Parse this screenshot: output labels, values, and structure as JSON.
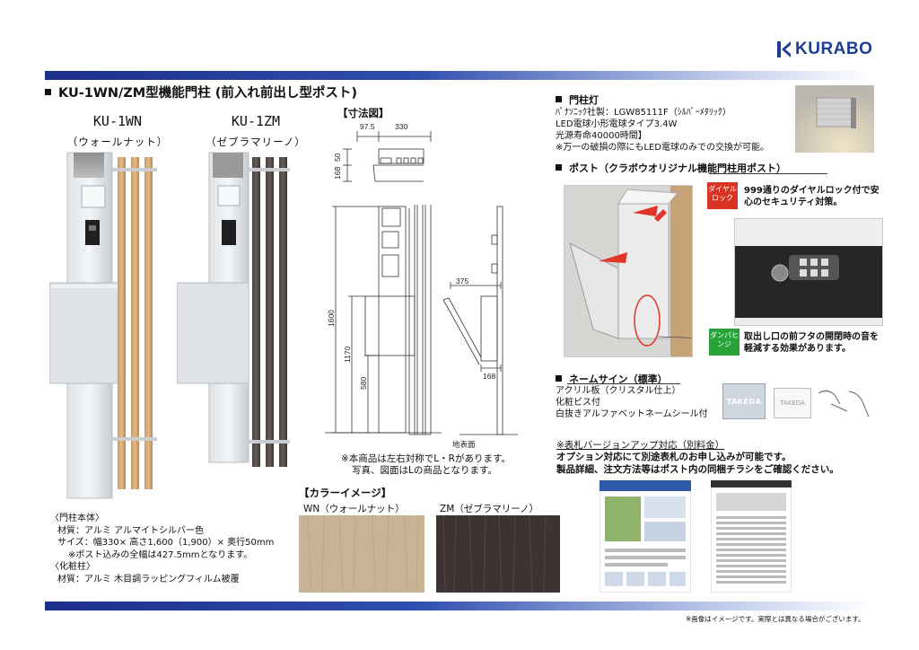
{
  "brand": {
    "logo_text": "KURABO"
  },
  "title": "KU-1WN/ZM型機能門柱 (前入れ前出し型ポスト)",
  "models": [
    {
      "code": "KU-1WN",
      "color": "（ウォールナット）"
    },
    {
      "code": "KU-1ZM",
      "color": "（ゼブラマリーノ）"
    }
  ],
  "dimension": {
    "heading": "【寸法図】",
    "labels": {
      "d1": "97.5",
      "d2": "330",
      "d3": "168",
      "d4": "50",
      "d5": "375",
      "d6": "1600",
      "d7": "1170",
      "d8": "580",
      "d9": "168",
      "ground": "地表面"
    },
    "notes": [
      "※本商品は左右対称でL・Rがあります。",
      "写真、図面はLの商品となります。"
    ]
  },
  "body_spec": {
    "heading": "〈門柱本体〉",
    "lines": [
      "材質：アルミ アルマイトシルバー色",
      "サイズ：幅330× 高さ1,600（1,900）× 奥行50mm",
      "※ポスト込みの全幅は427.5mmとなります。"
    ],
    "heading2": "〈化粧柱〉",
    "lines2": [
      "材質：アルミ 木目調ラッピングフィルム被覆"
    ]
  },
  "color_image": {
    "heading": "【カラーイメージ】",
    "swatches": [
      {
        "label": "WN（ウォールナット）",
        "color": "#c8b494"
      },
      {
        "label": "ZM（ゼブラマリーノ）",
        "color": "#3b3432"
      }
    ]
  },
  "lamp": {
    "heading": "門柱灯",
    "lines": [
      "ﾊﾟﾅｿﾆｯｸ社製：LGW85111F（ｼﾙﾊﾞｰﾒﾀﾘｯｸ）",
      "LED電球小形電球タイプ3.4W",
      "光源寿命40000時間】",
      "※万一の破損の際にもLED電球のみでの交換が可能。"
    ]
  },
  "post": {
    "heading": "ポスト（クラボウオリジナル機能門柱用ポスト）",
    "dial_badge": "ダイヤルロック",
    "dial_text": "999通りのダイヤルロック付で安心のセキュリティ対策。",
    "damper_badge": "ダンパヒンジ",
    "damper_text": "取出し口の前フタの開閉時の音を軽減する効果があります。"
  },
  "name_sign": {
    "heading": "ネームサイン（標準）",
    "lines": [
      "アクリル板（クリスタル仕上）",
      "化粧ビス付",
      "白抜きアルファベットネームシール付"
    ],
    "sample": "TAKEDA"
  },
  "option": {
    "heading": "※表札バージョンアップ対応（別料金）",
    "lines": [
      "オプション対応にて別途表札のお申し込みが可能です。",
      "製品詳細、注文方法等はポスト内の同梱チラシをご確認ください。"
    ]
  },
  "footer_note": "※画像はイメージです。実際とは異なる場合がございます。",
  "colors": {
    "brand_blue": "#1c3f93",
    "badge_red": "#d93324",
    "badge_green": "#27a33a"
  }
}
